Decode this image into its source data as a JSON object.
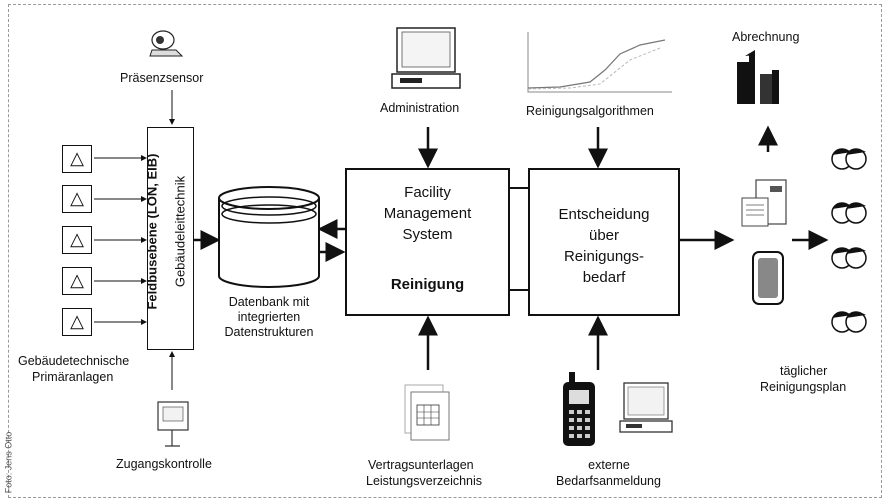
{
  "labels": {
    "presence_sensor": "Präsenzsensor",
    "bus": "Feldbusebene (LON, EIB)",
    "building_tech": "Gebäudeleittechnik",
    "primary_line1": "Gebäudetechnische",
    "primary_line2": "Primäranlagen",
    "access_control": "Zugangskontrolle",
    "database_line1": "Datenbank mit",
    "database_line2": "integrierten",
    "database_line3": "Datenstrukturen",
    "administration": "Administration",
    "fms_line1": "Facility",
    "fms_line2": "Management",
    "fms_line3": "System",
    "fms_line4": "Reinigung",
    "contracts_line1": "Vertragsunterlagen",
    "contracts_line2": "Leistungsverzeichnis",
    "algorithms": "Reinigungsalgorithmen",
    "decision_line1": "Entscheidung",
    "decision_line2": "über",
    "decision_line3": "Reinigungs-",
    "decision_line4": "bedarf",
    "external_line1": "externe",
    "external_line2": "Bedarfsanmeldung",
    "billing": "Abrechnung",
    "plan_line1": "täglicher",
    "plan_line2": "Reinigungsplan",
    "photo_credit": "Foto: Jens Otto"
  },
  "primary_units": [
    "△",
    "△",
    "△",
    "△",
    "△"
  ]
}
